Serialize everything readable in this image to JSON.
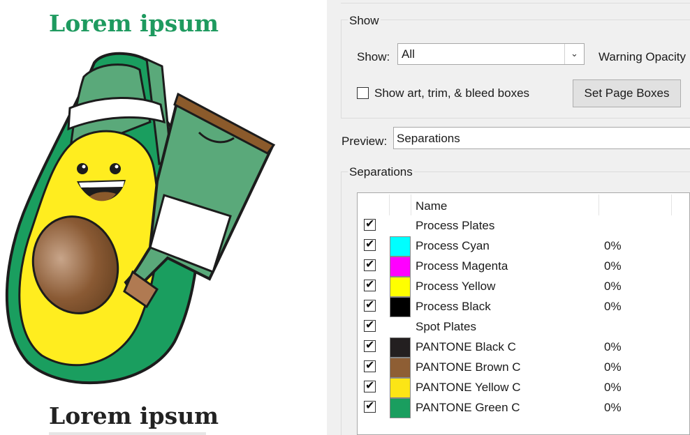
{
  "preview": {
    "title_top": "Lorem ipsum",
    "title_bottom": "Lorem ipsum",
    "colors": {
      "green": "#1e9a5f",
      "dark_green": "#0f7a45",
      "mid_green": "#5aa97a",
      "yellow": "#ffed1f",
      "brown": "#8b5a2b",
      "dark": "#1c1c1c"
    }
  },
  "panel": {
    "show_group_label": "Show",
    "show_label": "Show:",
    "show_value": "All",
    "warning_opacity_label": "Warning Opacity",
    "show_boxes_label": "Show art, trim, & bleed boxes",
    "show_boxes_checked": false,
    "set_page_boxes_label": "Set Page Boxes",
    "preview_label": "Preview:",
    "preview_value": "Separations",
    "separations_group_label": "Separations",
    "name_header": "Name",
    "rows": [
      {
        "name": "Process Plates",
        "checked": true,
        "color": "",
        "percent": ""
      },
      {
        "name": "Process Cyan",
        "checked": true,
        "color": "#00ffff",
        "percent": "0%"
      },
      {
        "name": "Process Magenta",
        "checked": true,
        "color": "#ff00ff",
        "percent": "0%"
      },
      {
        "name": "Process Yellow",
        "checked": true,
        "color": "#ffff00",
        "percent": "0%"
      },
      {
        "name": "Process Black",
        "checked": true,
        "color": "#000000",
        "percent": "0%"
      },
      {
        "name": "Spot Plates",
        "checked": true,
        "color": "",
        "percent": ""
      },
      {
        "name": "PANTONE Black C",
        "checked": true,
        "color": "#231f20",
        "percent": "0%"
      },
      {
        "name": "PANTONE Brown C",
        "checked": true,
        "color": "#8e5e34",
        "percent": "0%"
      },
      {
        "name": "PANTONE Yellow C",
        "checked": true,
        "color": "#fce516",
        "percent": "0%"
      },
      {
        "name": "PANTONE Green C",
        "checked": true,
        "color": "#1a9e5f",
        "percent": "0%"
      }
    ]
  }
}
